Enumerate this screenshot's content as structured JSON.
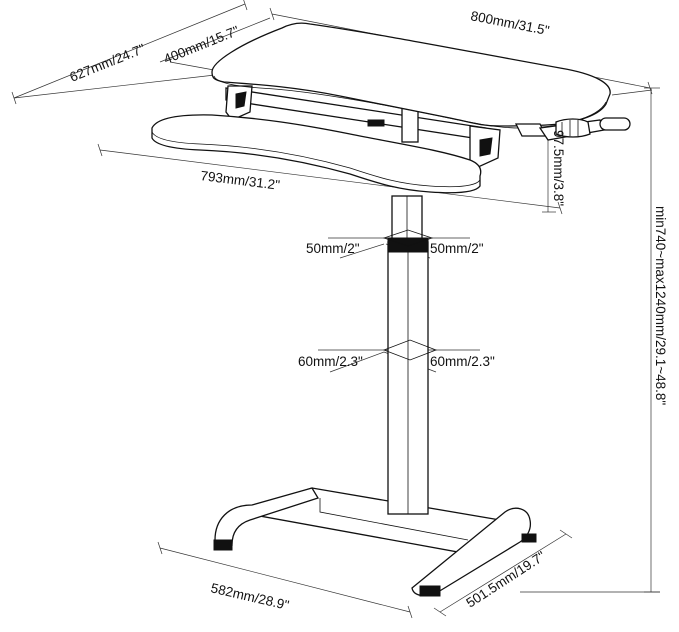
{
  "dimensions": {
    "desk_depth": "627mm/24.7\"",
    "tray_depth": "400mm/15.7\"",
    "desk_width": "800mm/31.5\"",
    "tray_width": "793mm/31.2\"",
    "crank_offset": "97.5mm/3.8\"",
    "height_range": "min740~max1240mm/29.1~48.8\"",
    "column_top_left": "50mm/2\"",
    "column_top_right": "50mm/2\"",
    "column_bottom_left": "60mm/2.3\"",
    "column_bottom_right": "60mm/2.3\"",
    "base_width": "582mm/28.9\"",
    "base_depth": "501.5mm/19.7\""
  },
  "colors": {
    "line": "#111111",
    "background": "#ffffff"
  }
}
